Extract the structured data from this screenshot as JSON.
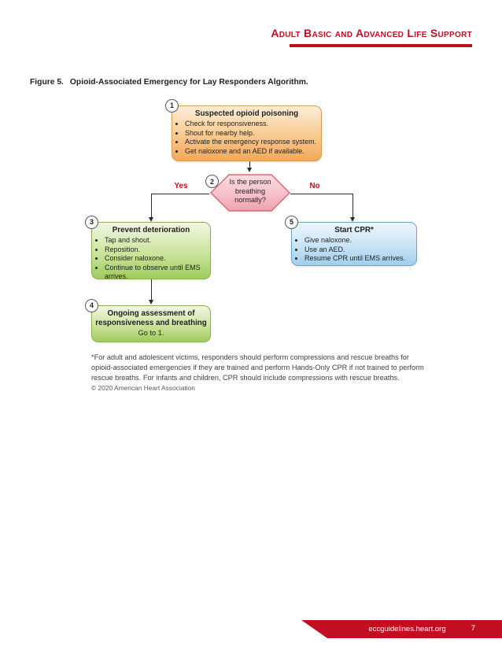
{
  "header": {
    "title": "Adult Basic and Advanced Life Support"
  },
  "figure": {
    "label": "Figure 5.",
    "title": "Opioid-Associated Emergency for Lay Responders Algorithm."
  },
  "flowchart": {
    "nodes": [
      {
        "badge": "1",
        "title": "Suspected opioid poisoning",
        "bullets": [
          "Check for responsiveness.",
          "Shout for nearby help.",
          "Activate the emergency response system.",
          "Get naloxone and an AED if available."
        ]
      },
      {
        "badge": "2",
        "title": "Is the person breathing normally?"
      },
      {
        "badge": "3",
        "title": "Prevent deterioration",
        "bullets": [
          "Tap and shout.",
          "Reposition.",
          "Consider naloxone.",
          "Continue to observe until EMS arrives."
        ]
      },
      {
        "badge": "4",
        "title": "Ongoing assessment of responsiveness and breathing",
        "subtext": "Go to 1."
      },
      {
        "badge": "5",
        "title": "Start CPR*",
        "bullets": [
          "Give naloxone.",
          "Use an AED.",
          "Resume CPR until EMS arrives."
        ]
      }
    ],
    "labels": {
      "yes": "Yes",
      "no": "No"
    }
  },
  "footnote": "*For adult and adolescent victims, responders should perform compressions and rescue breaths for opioid-associated emergencies if they are trained and perform Hands-Only CPR if not trained to perform rescue breaths. For infants and children, CPR should include compressions with rescue breaths.",
  "copyright": "© 2020 American Heart Association",
  "footer": {
    "url": "eccguidelines.heart.org",
    "page_number": "7"
  },
  "colors": {
    "aha_red": "#C10E21",
    "text": "#231F20",
    "node_orange": "#F3A859",
    "node_pink": "#F0A2AE",
    "node_green": "#9FCB5D",
    "node_blue": "#9FCEEC"
  }
}
